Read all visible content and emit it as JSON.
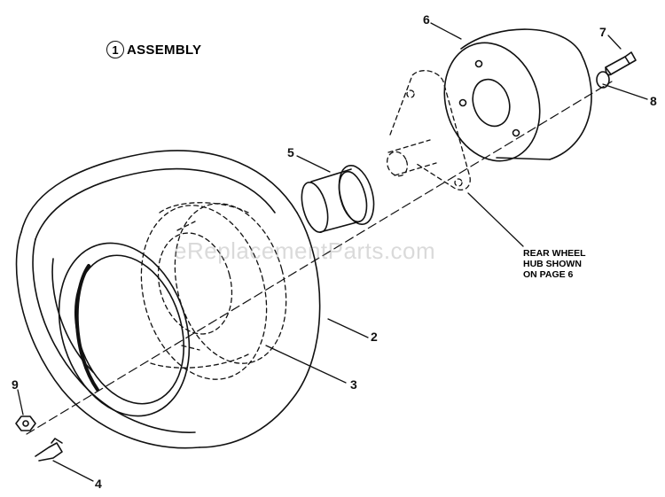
{
  "title": {
    "circle_number": "1",
    "text": "ASSEMBLY"
  },
  "callouts": [
    {
      "id": "2",
      "label": "2"
    },
    {
      "id": "3",
      "label": "3"
    },
    {
      "id": "4",
      "label": "4"
    },
    {
      "id": "5",
      "label": "5"
    },
    {
      "id": "6",
      "label": "6"
    },
    {
      "id": "7",
      "label": "7"
    },
    {
      "id": "8",
      "label": "8"
    },
    {
      "id": "9",
      "label": "9"
    }
  ],
  "note": {
    "line1": "REAR WHEEL",
    "line2": "HUB SHOWN",
    "line3": "ON PAGE 6"
  },
  "watermark": "eReplacementParts.com",
  "colors": {
    "ink": "#111111",
    "background": "#ffffff"
  }
}
